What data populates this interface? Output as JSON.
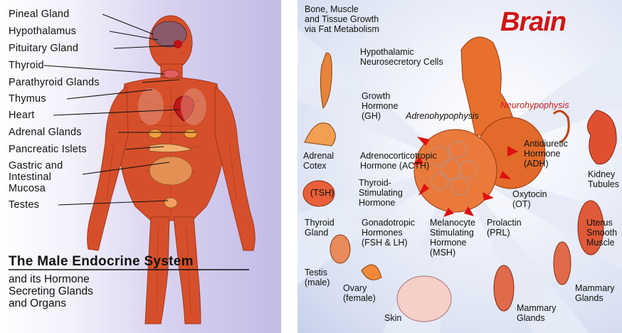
{
  "left_panel": {
    "labels": [
      "Pineal Gland",
      "Hypothalamus",
      "Pituitary Gland",
      "Thyroid",
      "Parathyroid Glands",
      "Thymus",
      "Heart",
      "Adrenal Glands",
      "Pancreatic Islets",
      "Gastric and\nIntestinal\nMucosa",
      "Testes"
    ],
    "title": "The Male Endocrine System",
    "subtitle": "and its Hormone\nSecreting Glands\nand Organs"
  },
  "right_panel": {
    "brain_title": "Brain",
    "labels": {
      "bone_muscle": "Bone, Muscle\nand Tissue Growth\nvia Fat Metabolism",
      "hypothalamic_cells": "Hypothalamic\nNeurosecretory Cells",
      "growth_hormone": "Growth\nHormone\n(GH)",
      "adenohypophysis": "Adrenohypophysis",
      "neurohypophysis": "Neurohypophysis",
      "antidiuretic": "Antidiuretic\nHormone\n(ADH)",
      "kidney": "Kidney\nTubules",
      "adrenal_cortex": "Adrenal\nCotex",
      "acth": "Adrenocorticotropic\nHormone (ACTH)",
      "tsh_box": "(TSH)",
      "thyroid_stim": "Thyroid-\nStimulating\nHormone",
      "oxytocin": "Oxytocin\n(OT)",
      "thyroid_gland": "Thyroid\nGland",
      "gonadotropic": "Gonadotropic\nHormones\n(FSH & LH)",
      "melanocyte": "Melanocyte\nStimulating\nHormone\n(MSH)",
      "prolactin": "Prolactin\n(PRL)",
      "uterus": "Uterus\nSmooth\nMuscle",
      "testis": "Testis\n(male)",
      "ovary": "Ovary\n(female)",
      "skin": "Skin",
      "mammary_right": "Mammary\nGlands",
      "mammary_bottom": "Mammary\nGlands"
    }
  },
  "colors": {
    "muscle": "#d5502a",
    "muscle_dark": "#a8341a",
    "brain_red": "#d01515",
    "arrow_red": "#e01010",
    "organ_orange": "#e8833a"
  }
}
